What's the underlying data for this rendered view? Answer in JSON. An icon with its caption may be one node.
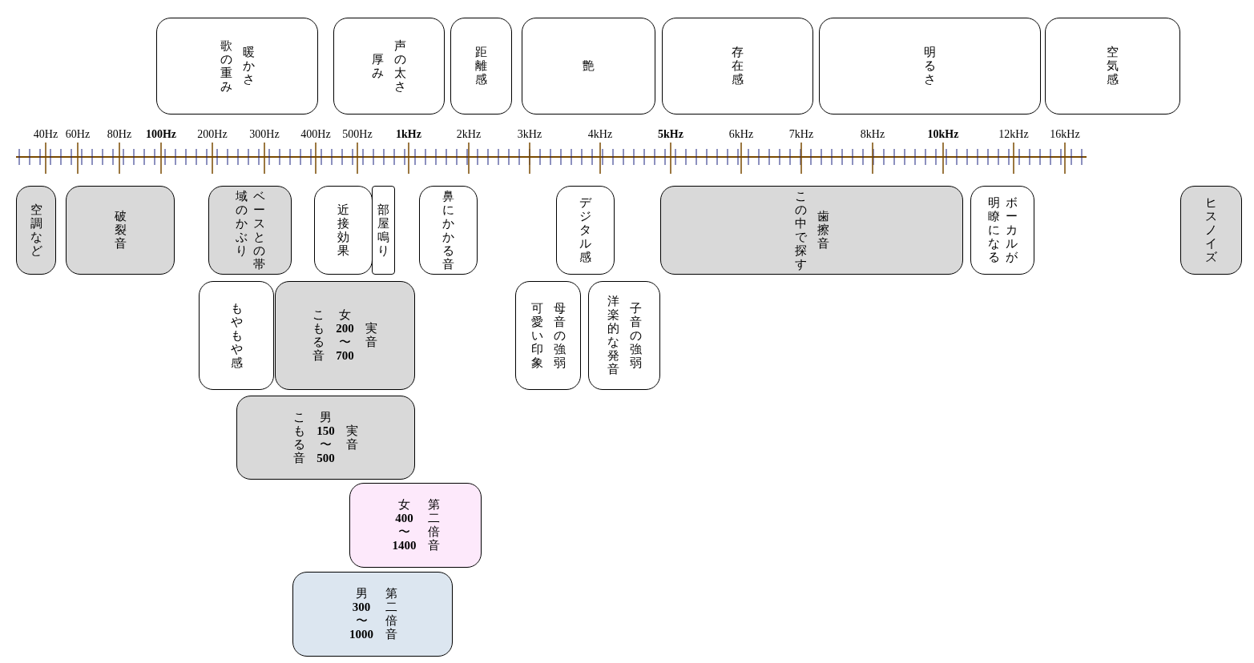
{
  "diagram": {
    "nodes": [
      {
        "text": [
          "歌の重み",
          "暖かさ"
        ]
      },
      {
        "text": [
          "厚み",
          "声の太さ"
        ]
      },
      {
        "text": [
          "距離感"
        ]
      },
      {
        "text": [
          "艶"
        ]
      },
      {
        "text": [
          "存在感"
        ]
      },
      {
        "text": [
          "明るさ"
        ]
      },
      {
        "text": [
          "空気感"
        ]
      },
      {
        "text": [
          "空調など"
        ]
      },
      {
        "text": [
          "破裂音"
        ]
      },
      {
        "text": [
          "ベースとの帯域のかぶり"
        ]
      },
      {
        "text": [
          "近接効果"
        ]
      },
      {
        "text": [
          "部屋鳴り"
        ]
      },
      {
        "text": [
          "鼻にかかる音"
        ]
      },
      {
        "text": [
          "デジタル感"
        ]
      },
      {
        "text": [
          "この中で探す",
          "歯擦音"
        ]
      },
      {
        "text": [
          "ボーカルが明瞭になる"
        ]
      },
      {
        "text": [
          "ヒスノイズ"
        ]
      },
      {
        "text": [
          "もやもや感"
        ]
      },
      {
        "text": [
          "こもる音",
          "女200〜700",
          "実音"
        ]
      },
      {
        "text": [
          "可愛い印象",
          "母音の強弱"
        ]
      },
      {
        "text": [
          "洋楽的な発音",
          "子音の強弱"
        ]
      },
      {
        "text": [
          "こもる音",
          "男150〜500",
          "実音"
        ]
      },
      {
        "text": [
          "女400〜1400",
          "第二倍音"
        ]
      },
      {
        "text": [
          "男300〜1000",
          "第二倍音"
        ]
      }
    ],
    "labels": [
      "40Hz",
      "60Hz",
      "80Hz",
      "100Hz",
      "200Hz",
      "300Hz",
      "400Hz",
      "500Hz",
      "1kHz",
      "2kHz",
      "3kHz",
      "4kHz",
      "5kHz",
      "6kHz",
      "7kHz",
      "8kHz",
      "10kHz",
      "12kHz",
      "16kHz"
    ]
  }
}
